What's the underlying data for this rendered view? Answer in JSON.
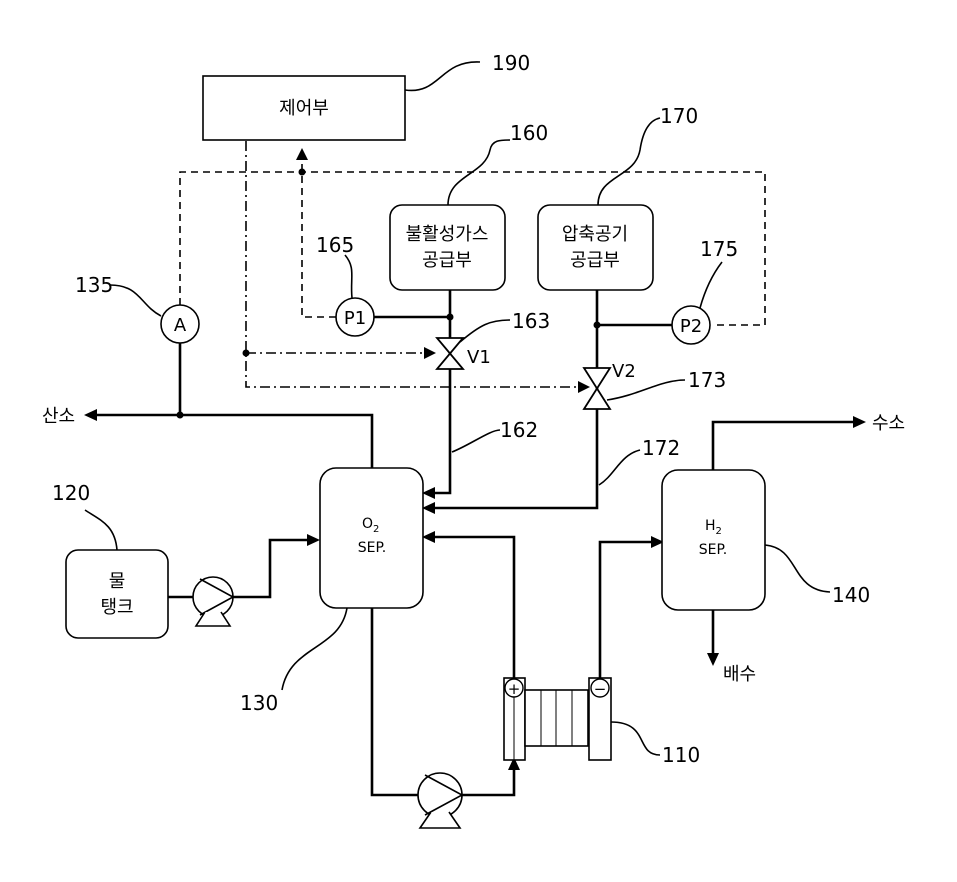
{
  "refs": {
    "r190": "190",
    "r160": "160",
    "r170": "170",
    "r165": "165",
    "r175": "175",
    "r135": "135",
    "r163": "163",
    "r173": "173",
    "r162": "162",
    "r172": "172",
    "r120": "120",
    "r130": "130",
    "r140": "140",
    "r110": "110"
  },
  "labels": {
    "controller": "제어부",
    "inert_gas_line1": "불활성가스",
    "inert_gas_line2": "공급부",
    "air_line1": "압축공기",
    "air_line2": "공급부",
    "oxygen": "산소",
    "hydrogen": "수소",
    "drain": "배수",
    "water_tank_line1": "물",
    "water_tank_line2": "탱크",
    "o2_sep_main": "O",
    "o2_sep_sub": "2",
    "o2_sep_line2": "SEP.",
    "h2_sep_main": "H",
    "h2_sep_sub": "2",
    "h2_sep_line2": "SEP.",
    "sensor_a": "A",
    "sensor_p1": "P1",
    "sensor_p2": "P2",
    "valve_v1": "V1",
    "valve_v2": "V2",
    "stack_plus": "+",
    "stack_minus": "−"
  }
}
